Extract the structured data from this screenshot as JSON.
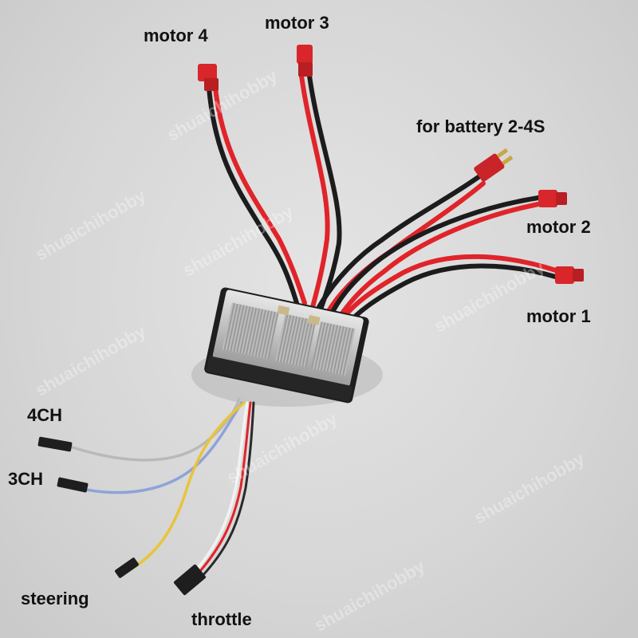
{
  "labels": {
    "motor4": "motor 4",
    "motor3": "motor 3",
    "battery": "for battery 2-4S",
    "motor2": "motor 2",
    "motor1": "motor 1",
    "ch4": "4CH",
    "ch3": "3CH",
    "steering": "steering",
    "throttle": "throttle"
  },
  "watermark": "shuaichihobby",
  "colors": {
    "background": "#d9d9d9",
    "wire_red": "#e0242a",
    "wire_black": "#1c1c1c",
    "connector_red": "#d8262a",
    "wire_grey": "#b9b9b9",
    "wire_blue": "#8ea3d8",
    "wire_yellow": "#e8c43a",
    "wire_white": "#f2f2f2",
    "board_silver": "#c8c8c8",
    "board_black": "#1e1e1e"
  }
}
